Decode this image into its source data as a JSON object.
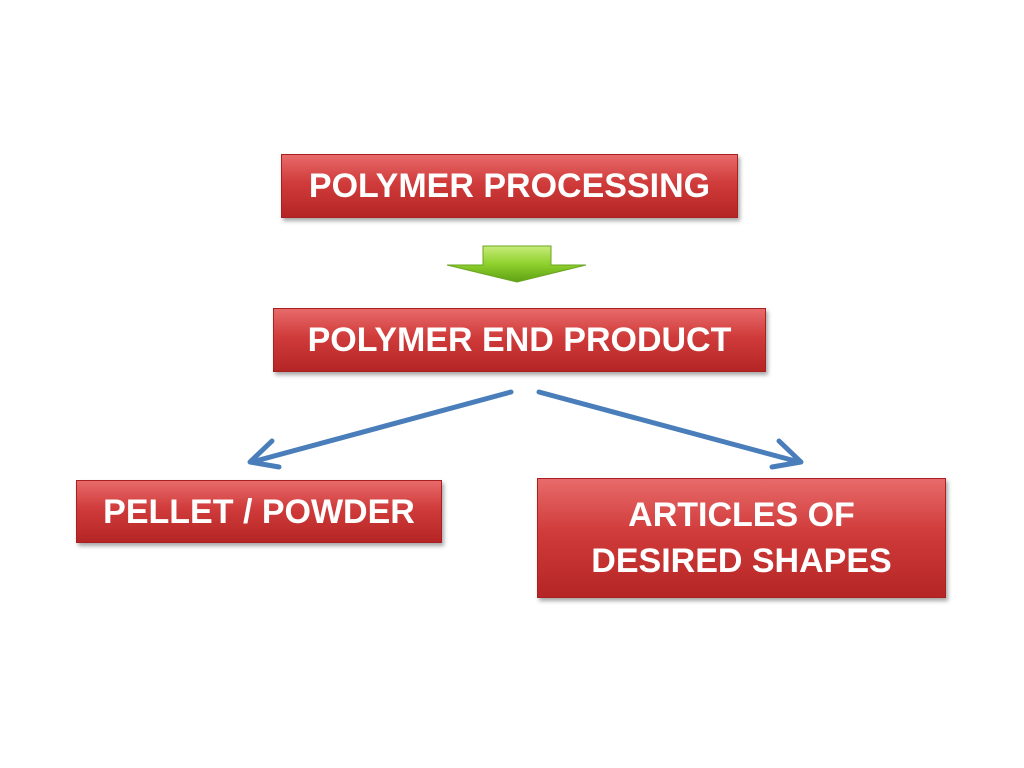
{
  "nodes": {
    "processing": {
      "label": "POLYMER PROCESSING"
    },
    "end_product": {
      "label": "POLYMER END PRODUCT"
    },
    "pellet": {
      "label": "PELLET / POWDER"
    },
    "articles": {
      "label_line1": "ARTICLES OF",
      "label_line2": "DESIRED SHAPES"
    }
  },
  "edges": [
    {
      "from": "processing",
      "to": "end_product",
      "style": "block-arrow"
    },
    {
      "from": "end_product",
      "to": "pellet",
      "style": "line-arrow"
    },
    {
      "from": "end_product",
      "to": "articles",
      "style": "line-arrow"
    }
  ],
  "colors": {
    "box_fill": "#d03b3b",
    "box_text": "#ffffff",
    "block_arrow": "#7cc41e",
    "line_arrow": "#4a7ebb"
  }
}
